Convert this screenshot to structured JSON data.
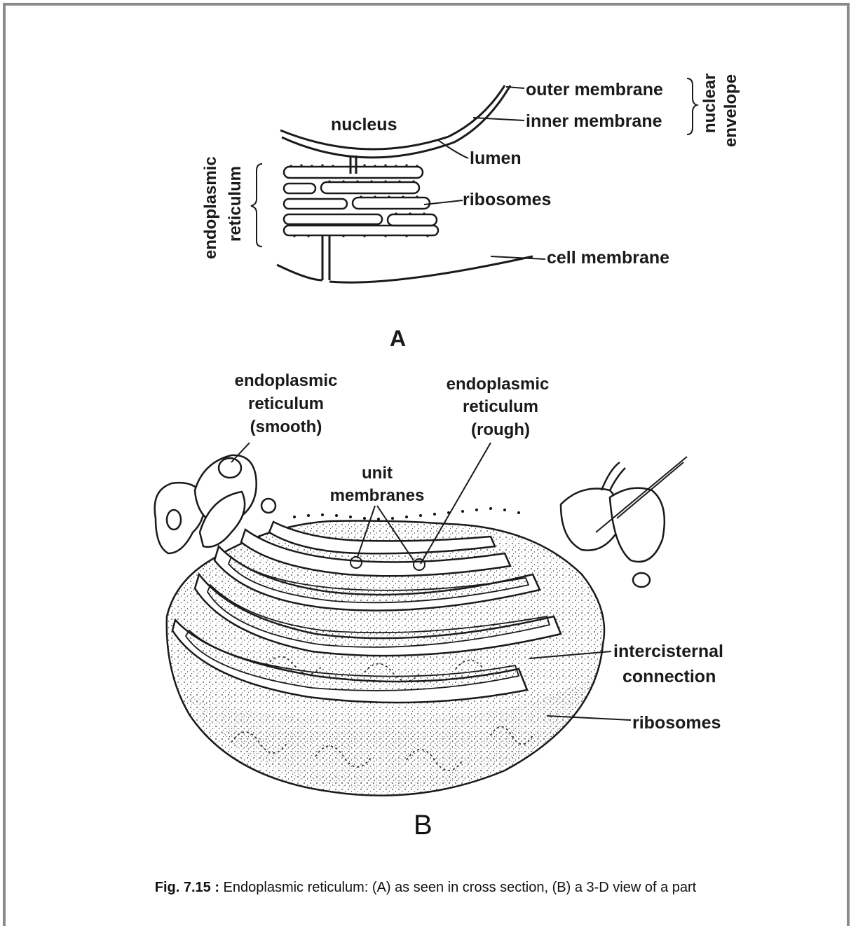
{
  "diagram_a": {
    "panel_label": "A",
    "labels": {
      "nucleus": "nucleus",
      "outer_membrane": "outer membrane",
      "inner_membrane": "inner membrane",
      "nuclear_envelope_line1": "nuclear",
      "nuclear_envelope_line2": "envelope",
      "lumen": "lumen",
      "ribosomes": "ribosomes",
      "cell_membrane": "cell membrane",
      "er_line1": "endoplasmic",
      "er_line2": "reticulum"
    }
  },
  "diagram_b": {
    "panel_label": "B",
    "labels": {
      "smooth_line1": "endoplasmic",
      "smooth_line2": "reticulum",
      "smooth_line3": "(smooth)",
      "rough_line1": "endoplasmic",
      "rough_line2": "reticulum",
      "rough_line3": "(rough)",
      "unit_line1": "unit",
      "unit_line2": "membranes",
      "intercisternal_line1": "intercisternal",
      "intercisternal_line2": "connection",
      "ribosomes": "ribosomes"
    }
  },
  "caption": {
    "prefix": "Fig. 7.15 :",
    "text": " Endoplasmic reticulum: (A) as seen in cross section, (B) a 3-D view of a part"
  }
}
